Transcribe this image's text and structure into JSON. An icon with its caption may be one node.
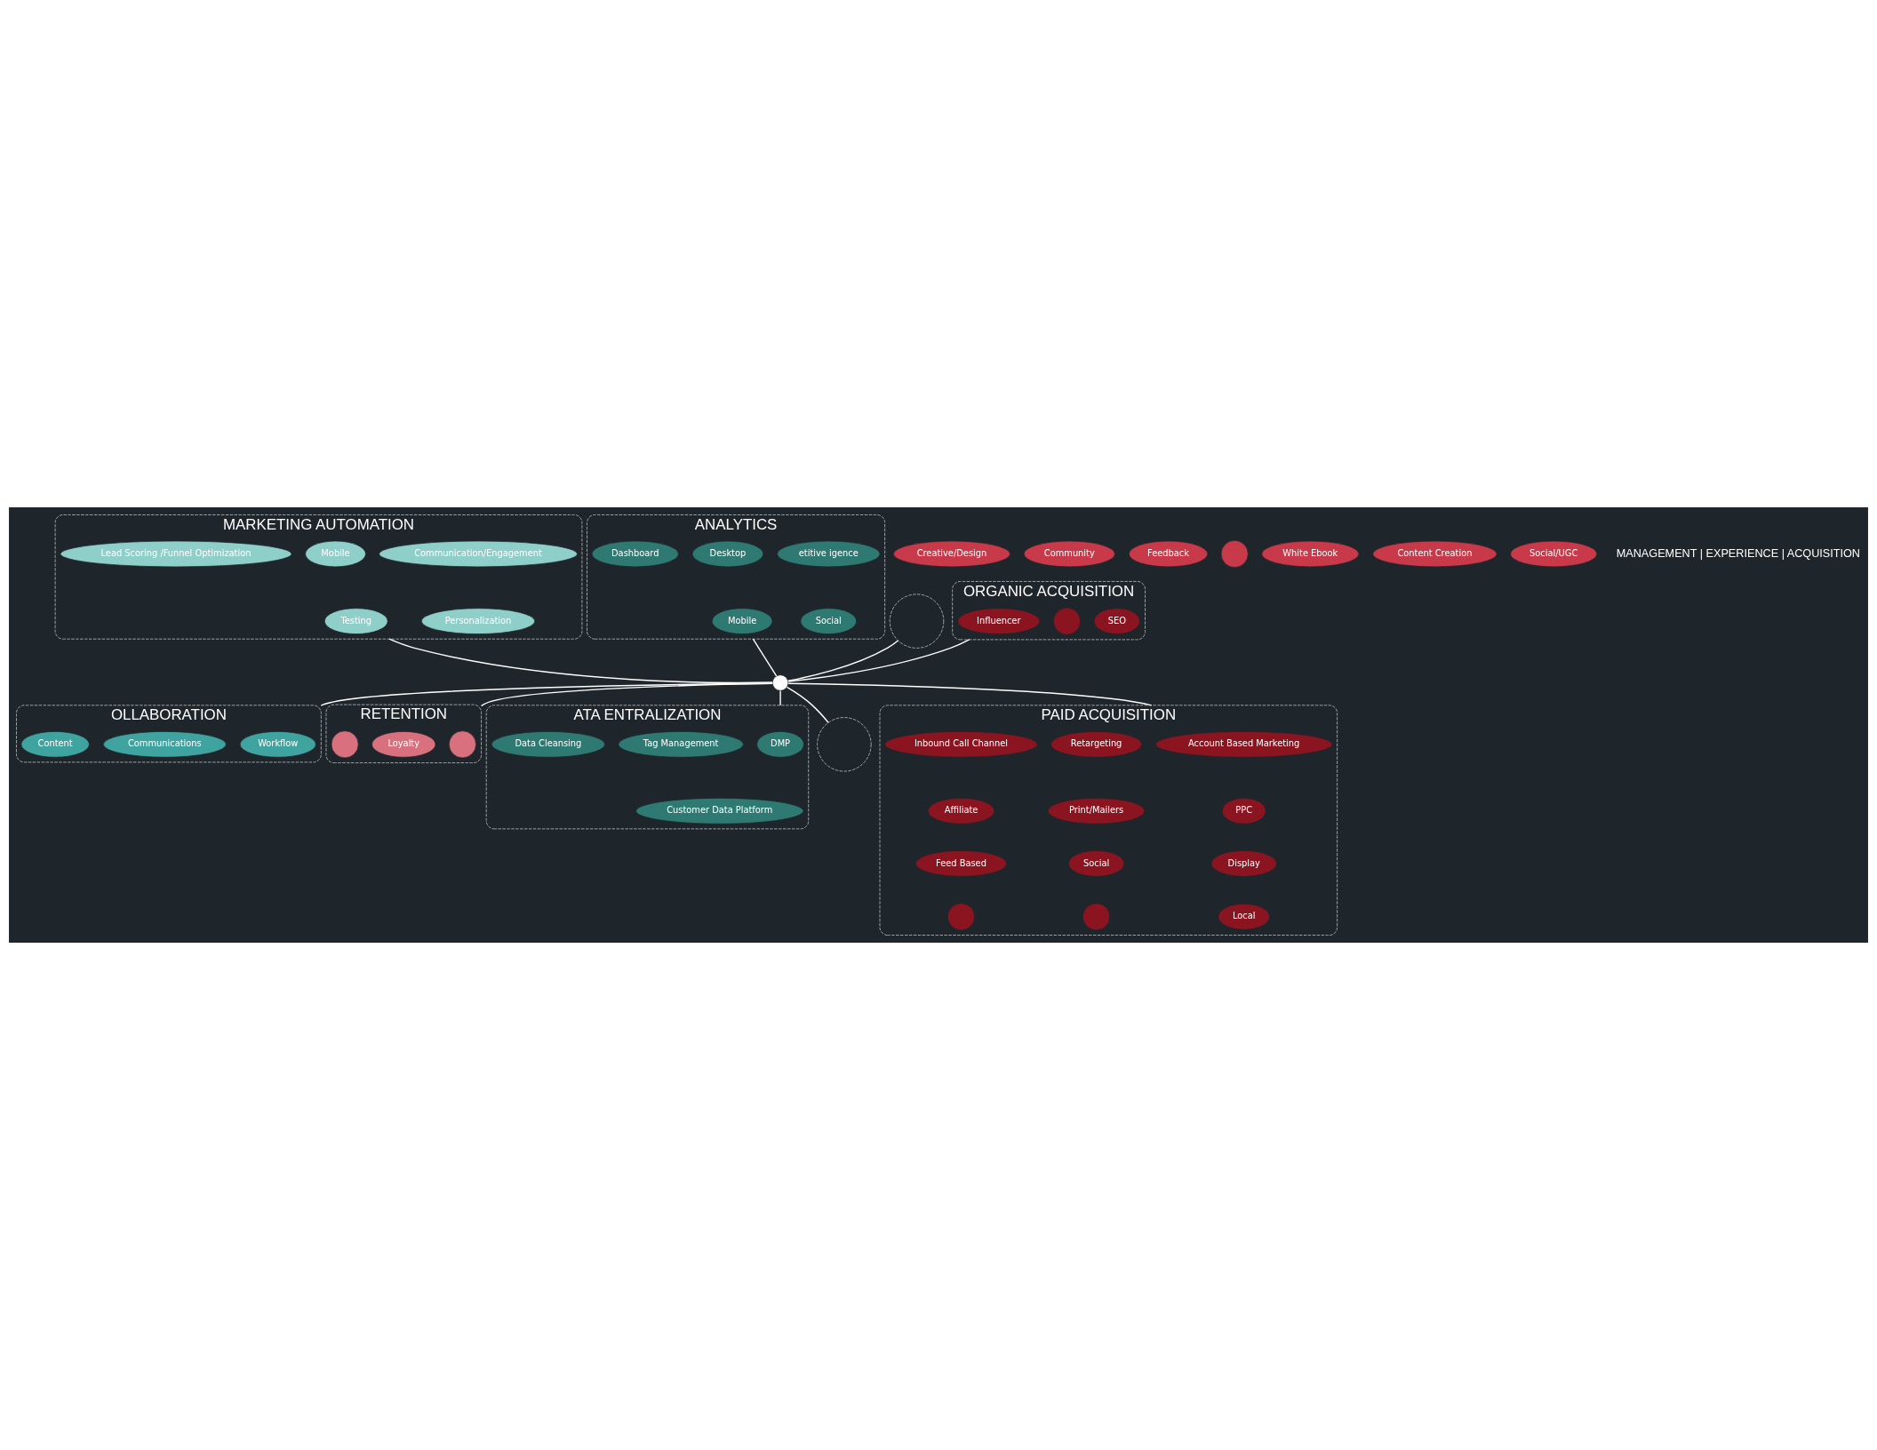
{
  "diagram": {
    "nodes": [
      {
        "text": [],
        "shape": "circle"
      },
      {
        "text": [
          "OLLABORATION"
        ]
      },
      {
        "text": [
          "Workflow"
        ],
        "in": 1
      },
      {
        "text": [
          "Communications"
        ],
        "in": 1
      },
      {
        "text": [
          "Content"
        ],
        "in": 1
      },
      {
        "text": [
          "MARKETING AUTOMATION"
        ]
      },
      {
        "text": [
          "Communication/Engagement"
        ],
        "in": 5
      },
      {
        "text": [
          "Mobile"
        ],
        "in": 5
      },
      {
        "text": [
          "Lead Scoring /Funnel Optimization"
        ],
        "in": 5
      },
      {
        "text": [
          "Personalization"
        ],
        "in": 5
      },
      {
        "text": [
          "Testing"
        ],
        "in": 5
      },
      {
        "text": [
          "RETENTION"
        ]
      },
      {
        "text": [],
        "shape": "circle",
        "in": 11
      },
      {
        "text": [
          "Loyalty"
        ],
        "in": 11
      },
      {
        "text": [],
        "shape": "circle",
        "in": 11
      },
      {
        "text": [
          "ATA ENTRALIZATION"
        ]
      },
      {
        "text": [
          "DMP"
        ],
        "in": 15
      },
      {
        "text": [
          "Tag Management"
        ],
        "in": 15
      },
      {
        "text": [
          "Data Cleansing"
        ],
        "in": 15
      },
      {
        "text": [
          "Customer Data Platform"
        ],
        "in": 15
      },
      {
        "text": [
          "ANALYTICS"
        ]
      },
      {
        "text": [
          "etitive igence"
        ],
        "in": 20
      },
      {
        "text": [
          "Desktop"
        ],
        "in": 20
      },
      {
        "text": [
          "Dashboard"
        ],
        "in": 20
      },
      {
        "text": [
          "Social"
        ],
        "in": 20
      },
      {
        "text": [
          "Mobile"
        ],
        "in": 20
      },
      {
        "text": [],
        "shape": "circle"
      },
      {
        "text": [
          "Creative/Design"
        ]
      },
      {
        "text": [
          "Community"
        ]
      },
      {
        "text": [
          "Feedback"
        ]
      },
      {
        "text": [],
        "shape": "circle"
      },
      {
        "text": [],
        "shape": "circle"
      },
      {
        "text": [
          "White Ebook"
        ]
      },
      {
        "text": [
          "Content Creation"
        ]
      },
      {
        "text": [
          "Social/UGC"
        ]
      },
      {
        "text": [
          "PAID ACQUISITION"
        ]
      },
      {
        "text": [
          "Account Based Marketing"
        ],
        "in": 35
      },
      {
        "text": [
          "Retargeting"
        ],
        "in": 35
      },
      {
        "text": [
          "Inbound Call Channel"
        ],
        "in": 35
      },
      {
        "text": [
          "PPC"
        ],
        "in": 35
      },
      {
        "text": [
          "Print/Mailers"
        ],
        "in": 35
      },
      {
        "text": [
          "Affiliate"
        ],
        "in": 35
      },
      {
        "text": [
          "Display"
        ],
        "in": 35
      },
      {
        "text": [
          "Social"
        ],
        "in": 35
      },
      {
        "text": [
          "Feed Based"
        ],
        "in": 35
      },
      {
        "text": [
          "Local"
        ],
        "in": 35
      },
      {
        "text": [],
        "shape": "circle",
        "in": 35
      },
      {
        "text": [],
        "shape": "circle",
        "in": 35
      },
      {
        "text": [
          "ORGANIC ACQUISITION"
        ]
      },
      {
        "text": [
          "SEO"
        ],
        "in": 48
      },
      {
        "text": [],
        "shape": "circle",
        "in": 48
      },
      {
        "text": [
          "Influencer"
        ],
        "in": 48
      }
    ],
    "edges": [
      {
        "from": 0,
        "to": 1,
        "arrow": "none"
      },
      {
        "from": 0,
        "to": 5,
        "arrow": "none"
      },
      {
        "from": 0,
        "to": 11,
        "arrow": "none"
      },
      {
        "from": 0,
        "to": 26,
        "arrow": "none"
      },
      {
        "from": 0,
        "to": 30,
        "arrow": "none"
      },
      {
        "from": 0,
        "to": 48,
        "arrow": "none"
      },
      {
        "from": 0,
        "to": 35,
        "arrow": "none"
      },
      {
        "from": 0,
        "to": 20,
        "arrow": "none"
      },
      {
        "from": 0,
        "to": 15,
        "arrow": "none"
      }
    ],
    "labels": [
      "MANAGEMENT | EXPERIENCE | ACQUISITION"
    ]
  }
}
